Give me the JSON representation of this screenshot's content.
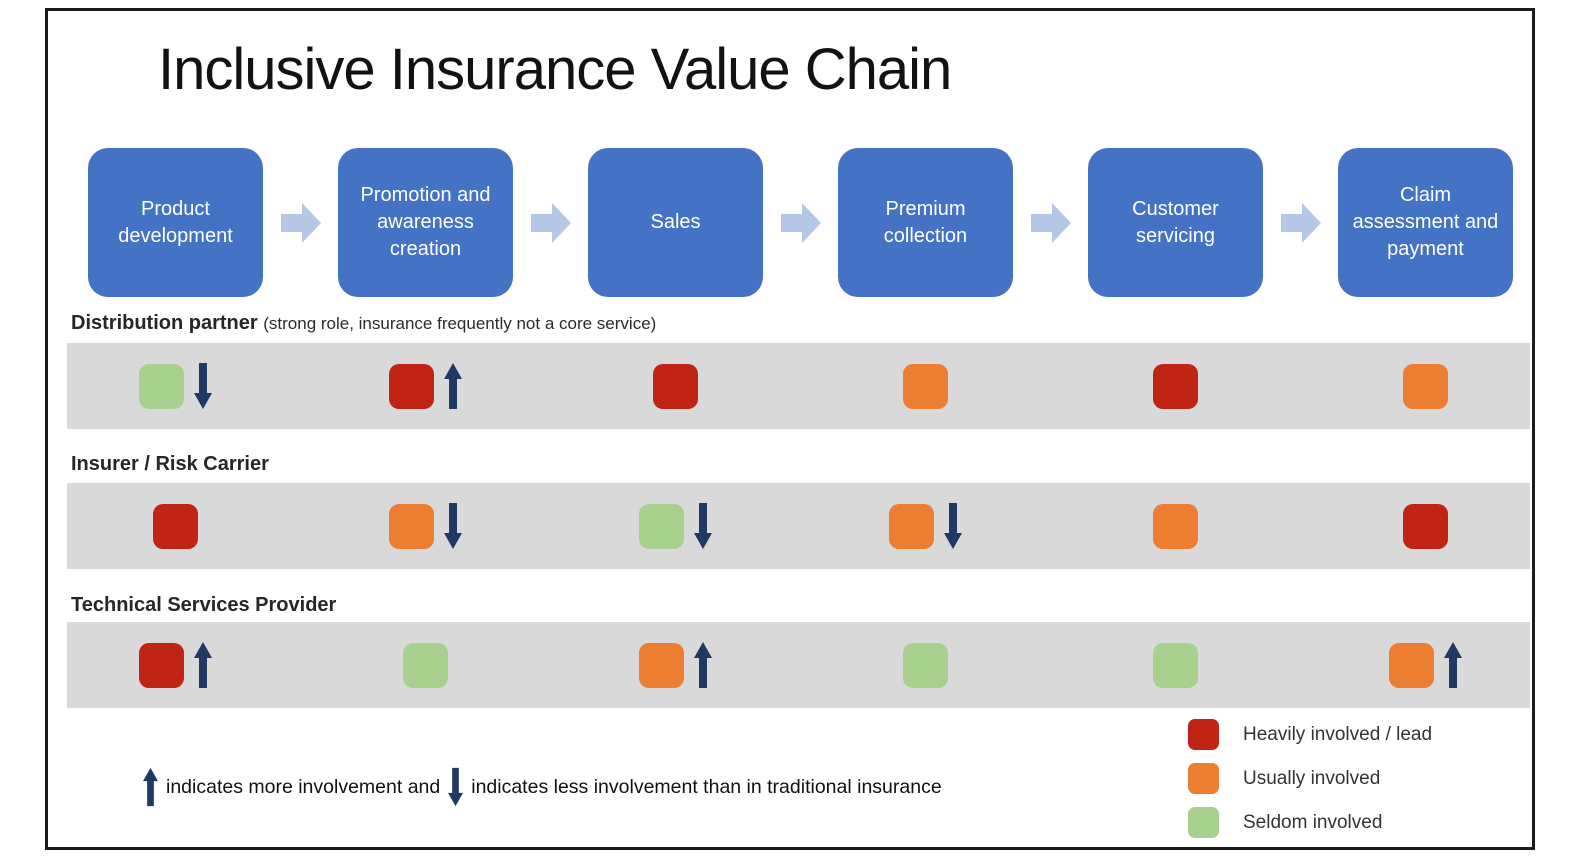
{
  "title": "Inclusive Insurance Value Chain",
  "stages": [
    {
      "label": "Product development"
    },
    {
      "label": "Promotion and awareness creation"
    },
    {
      "label": "Sales"
    },
    {
      "label": "Premium collection"
    },
    {
      "label": "Customer servicing"
    },
    {
      "label": "Claim assessment and payment"
    }
  ],
  "rows": [
    {
      "label": "Distribution partner",
      "sublabel": "(strong role, insurance frequently not a core service)",
      "cells": [
        {
          "level": "seldom",
          "trend": "down"
        },
        {
          "level": "heavy",
          "trend": "up"
        },
        {
          "level": "heavy",
          "trend": "none"
        },
        {
          "level": "usually",
          "trend": "none"
        },
        {
          "level": "heavy",
          "trend": "none"
        },
        {
          "level": "usually",
          "trend": "none"
        }
      ]
    },
    {
      "label": "Insurer / Risk Carrier",
      "sublabel": "",
      "cells": [
        {
          "level": "heavy",
          "trend": "none"
        },
        {
          "level": "usually",
          "trend": "down"
        },
        {
          "level": "seldom",
          "trend": "down"
        },
        {
          "level": "usually",
          "trend": "down"
        },
        {
          "level": "usually",
          "trend": "none"
        },
        {
          "level": "heavy",
          "trend": "none"
        }
      ]
    },
    {
      "label": "Technical Services Provider",
      "sublabel": "",
      "cells": [
        {
          "level": "heavy",
          "trend": "up"
        },
        {
          "level": "seldom",
          "trend": "none"
        },
        {
          "level": "usually",
          "trend": "up"
        },
        {
          "level": "seldom",
          "trend": "none"
        },
        {
          "level": "seldom",
          "trend": "none"
        },
        {
          "level": "usually",
          "trend": "up"
        }
      ]
    }
  ],
  "legend": [
    {
      "level": "heavy",
      "label": "Heavily involved / lead"
    },
    {
      "level": "usually",
      "label": "Usually involved"
    },
    {
      "level": "seldom",
      "label": "Seldom involved"
    }
  ],
  "footnote": {
    "up_text": "indicates more involvement and",
    "down_text": "indicates less involvement than in traditional insurance"
  },
  "colors": {
    "stage_blue": "#4472C4",
    "flow_arrow": "#B4C7E7",
    "trend_navy": "#1F3864",
    "heavy": "#C02414",
    "usually": "#ED7D31",
    "seldom": "#A9D18E",
    "band_gray": "#D9D9D9"
  }
}
